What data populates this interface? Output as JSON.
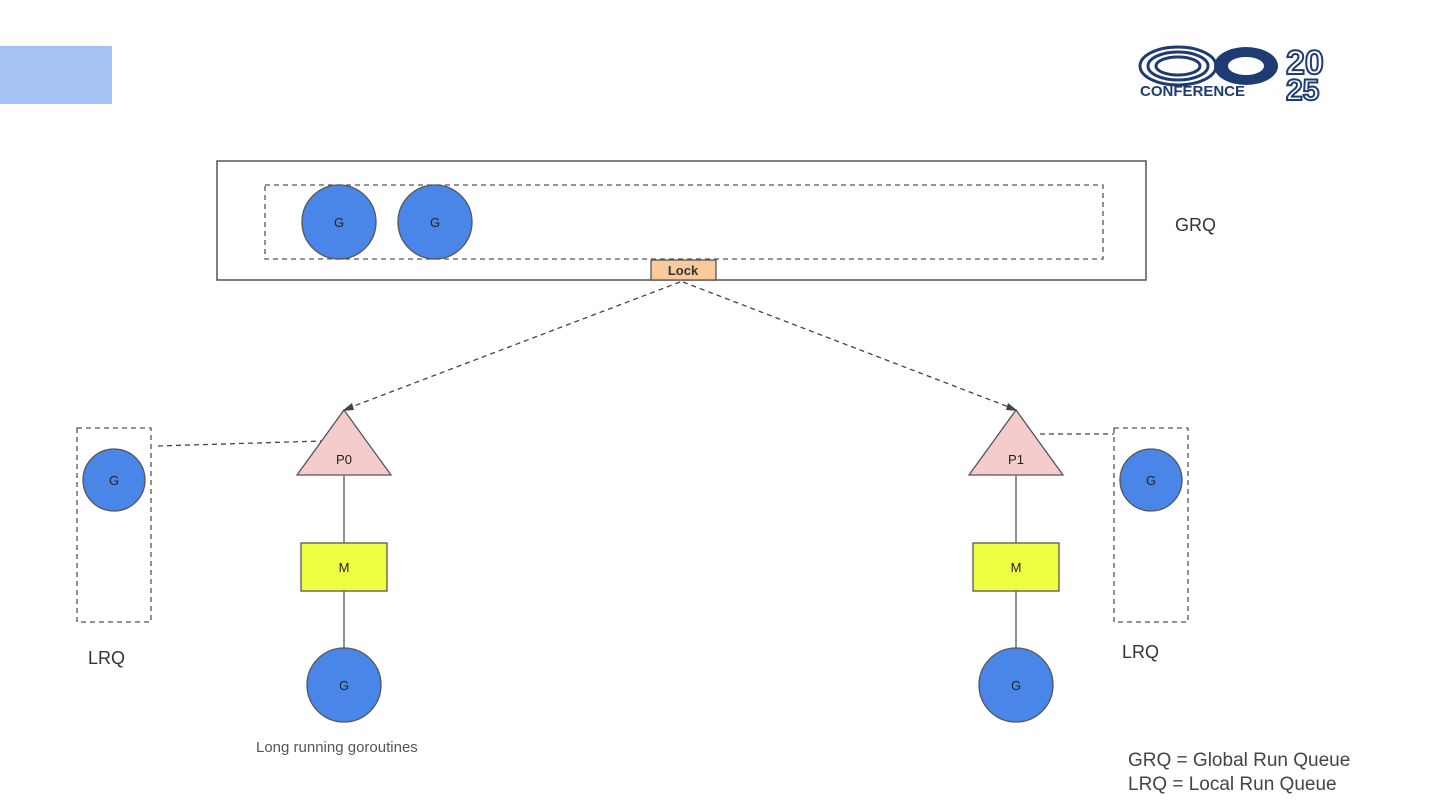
{
  "slide": {
    "accent_color": "#a4c2f4"
  },
  "logo": {
    "text_go": "GO",
    "text_conference": "CONFERENCE",
    "year_top": "20",
    "year_bottom": "25",
    "color": "#1f3b73"
  },
  "grq": {
    "label": "GRQ",
    "goroutines": [
      "G",
      "G"
    ],
    "lock_label": "Lock",
    "lock_color": "#f9cb9c"
  },
  "processors": [
    {
      "name": "P0",
      "machine": "M",
      "running_goroutine": "G",
      "lrq_label": "LRQ",
      "lrq_goroutines": [
        "G"
      ]
    },
    {
      "name": "P1",
      "machine": "M",
      "running_goroutine": "G",
      "lrq_label": "LRQ",
      "lrq_goroutines": [
        "G"
      ]
    }
  ],
  "caption": "Long running goroutines",
  "legend": [
    "GRQ = Global Run Queue",
    "LRQ = Local Run Queue"
  ],
  "colors": {
    "goroutine": "#4a86e8",
    "processor": "#f4cccc",
    "machine": "#eeff41",
    "stroke": "#555555"
  }
}
